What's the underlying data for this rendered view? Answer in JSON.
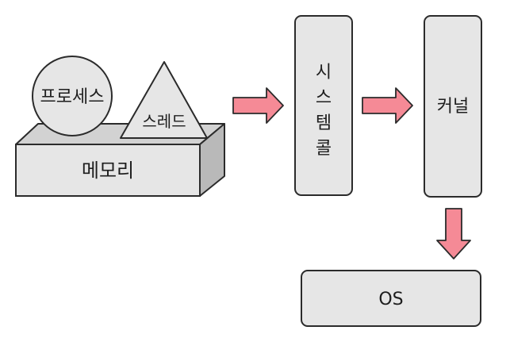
{
  "labels": {
    "memory": "메모리",
    "process": "프로세스",
    "thread": "스레드",
    "system_call": [
      "시",
      "스",
      "템",
      "콜"
    ],
    "kernel": "커널",
    "os": "OS"
  },
  "colors": {
    "shape_fill": "#e6e6e6",
    "box_top": "#d2d2d2",
    "box_side": "#b9b9b9",
    "outline": "#2b2b2b",
    "arrow_fill": "#f58a96"
  }
}
